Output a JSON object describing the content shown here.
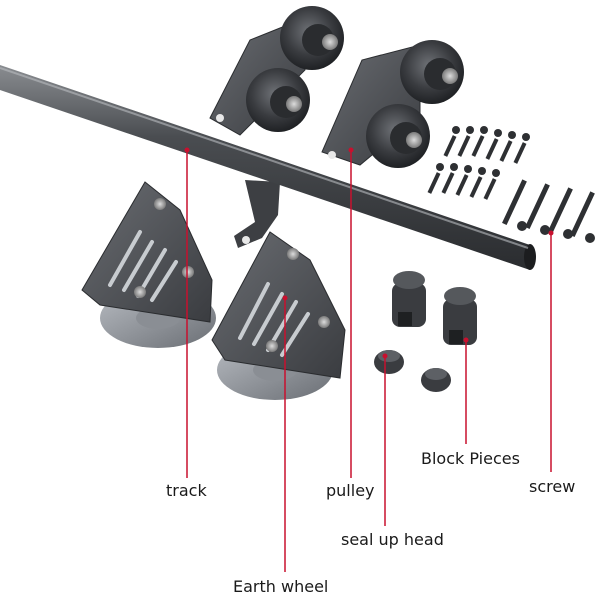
{
  "labels": {
    "track": "track",
    "pulley": "pulley",
    "block_pieces": "Block Pieces",
    "screw": "screw",
    "seal_up_head": "seal up head",
    "earth_wheel": "Earth wheel"
  },
  "colors": {
    "background": "#ffffff",
    "metal_dark": "#3a3c3f",
    "metal_mid": "#55585c",
    "leader_line": "#c8102e",
    "label_text": "#1a1a1a"
  }
}
